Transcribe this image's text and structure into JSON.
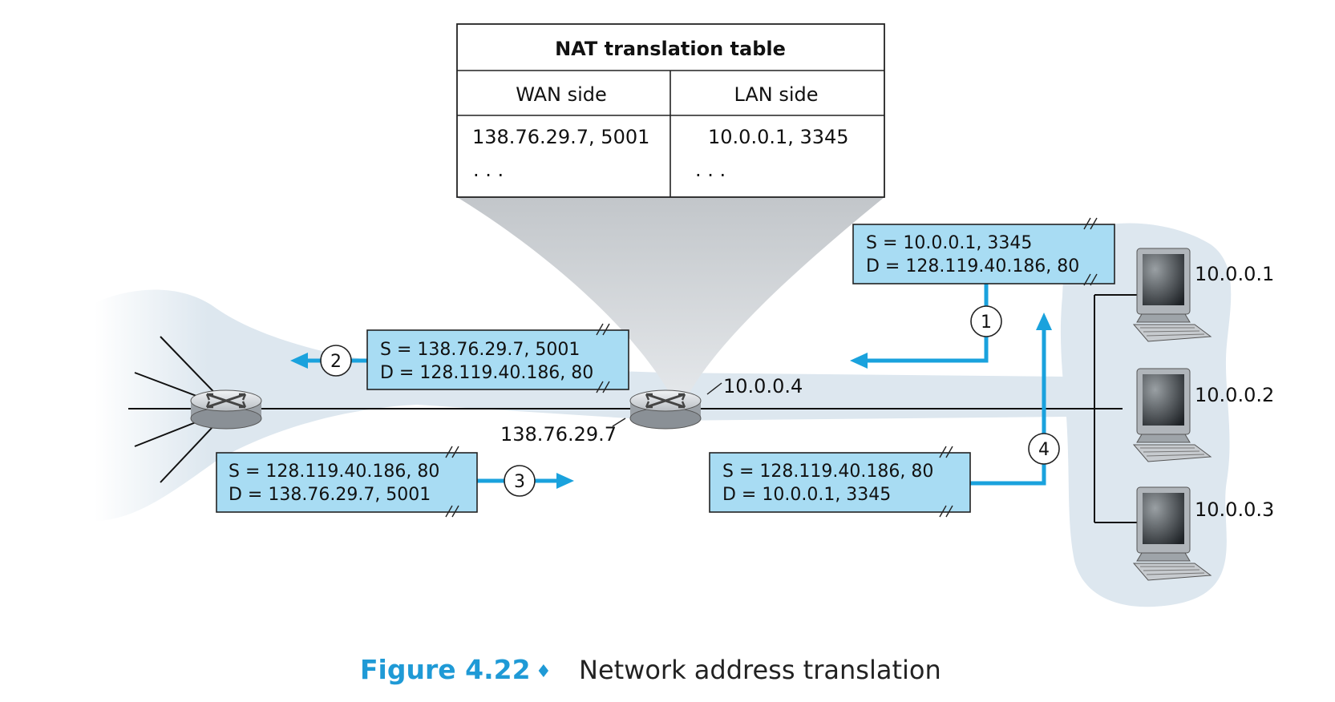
{
  "table": {
    "title": "NAT translation table",
    "wan_header": "WAN side",
    "lan_header": "LAN side",
    "rows": [
      {
        "wan": "138.76.29.7, 5001",
        "lan": "10.0.0.1, 3345"
      },
      {
        "wan": ". . .",
        "lan": ". . ."
      }
    ]
  },
  "packets": {
    "p1": {
      "src": "S = 10.0.0.1, 3345",
      "dst": "D = 128.119.40.186, 80"
    },
    "p2": {
      "src": "S = 138.76.29.7, 5001",
      "dst": "D = 128.119.40.186, 80"
    },
    "p3": {
      "src": "S = 128.119.40.186, 80",
      "dst": "D = 138.76.29.7, 5001"
    },
    "p4": {
      "src": "S = 128.119.40.186, 80",
      "dst": "D = 10.0.0.1, 3345"
    }
  },
  "steps": [
    "1",
    "2",
    "3",
    "4"
  ],
  "nat_router": {
    "lan_ip": "10.0.0.4",
    "wan_ip": "138.76.29.7"
  },
  "hosts": [
    "10.0.0.1",
    "10.0.0.2",
    "10.0.0.3"
  ],
  "caption": {
    "number": "Figure 4.22",
    "separator": "♦",
    "text": "Network address translation"
  },
  "colors": {
    "packet_fill": "#a8dcf3",
    "arrow": "#1aa2dd",
    "cloud": "#dde7ef",
    "caption_accent": "#1f9ad6"
  }
}
